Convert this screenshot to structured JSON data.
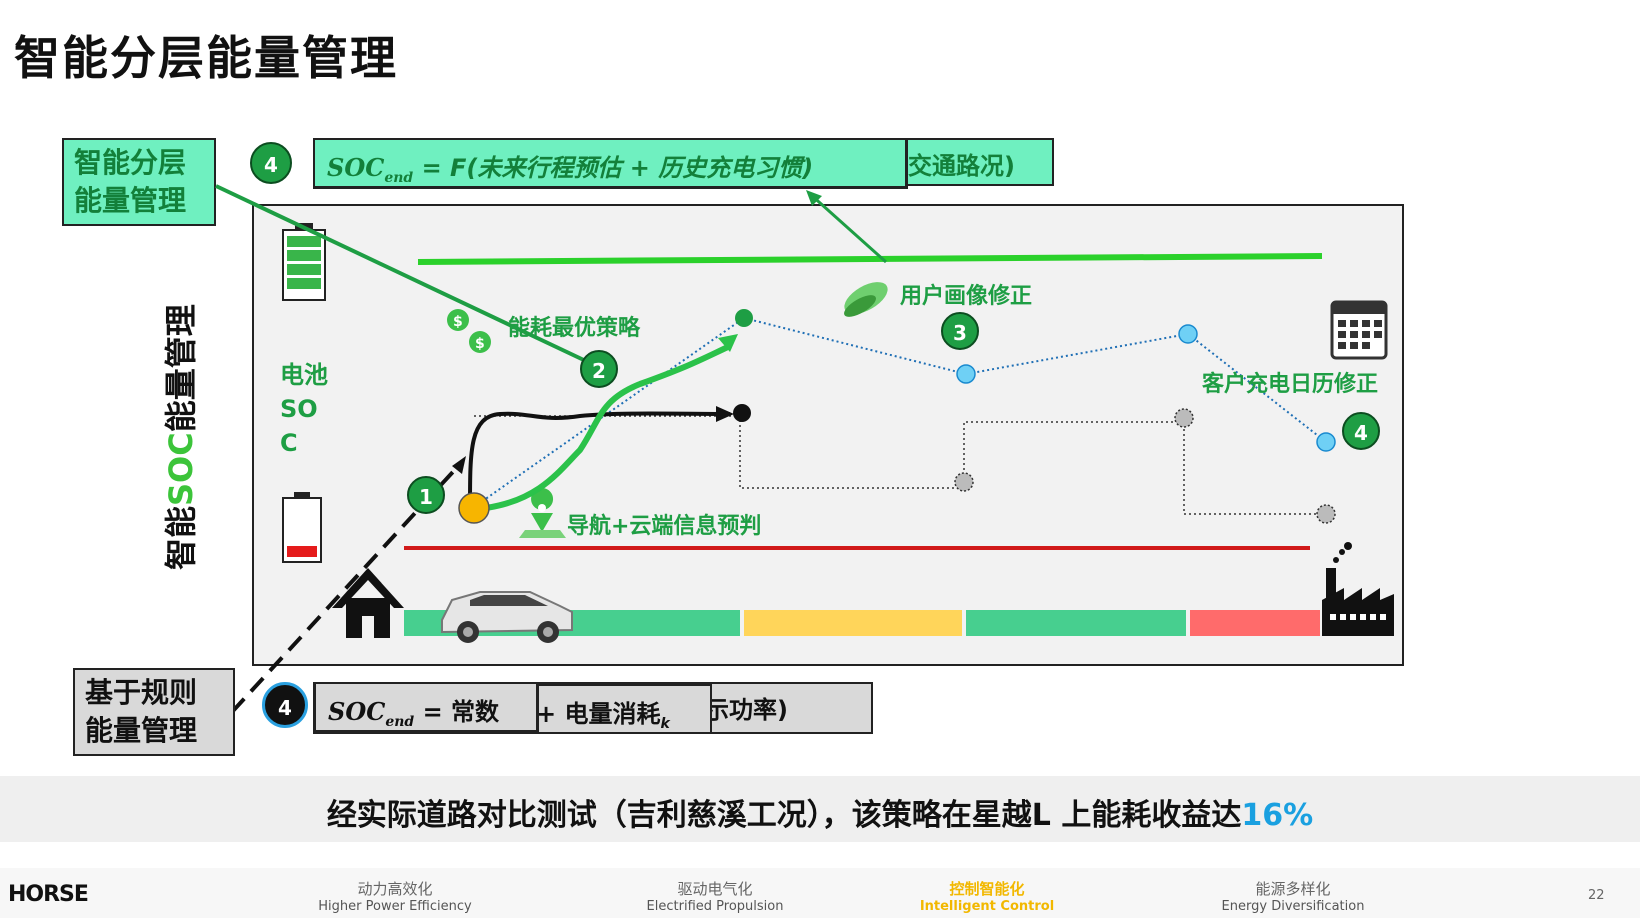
{
  "title": "智能分层能量管理",
  "strategy_box": {
    "line1": "智能分层",
    "line2": "能量管理"
  },
  "rule_box": {
    "line1": "基于规则",
    "line2": "能量管理"
  },
  "badges": {
    "top": "4",
    "bottom": "4",
    "n1": "1",
    "n2": "2",
    "n3": "3",
    "n4": "4"
  },
  "top_formula": {
    "soc": "SOC",
    "sub": "end",
    "rest": " = F(未来行程预估 + 历史充电习惯)",
    "tail": "交通路况)"
  },
  "bottom_formula": {
    "soc": "SOC",
    "sub": "end",
    "rest": " = 常数",
    "mid": "+ 电量消耗",
    "mid_sub": "k",
    "tail": "示功率)"
  },
  "vertical_title": {
    "part1": "智能",
    "part2": "SOC",
    "part3": "能量管理"
  },
  "battery_label": {
    "l1": "电池",
    "l2": "SO",
    "l3": "C"
  },
  "annotations": {
    "energy_opt": "能耗最优策略",
    "user_profile": "用户画像修正",
    "calendar": "客户充电日历修正",
    "nav": "导航+云端信息预判"
  },
  "result_text": {
    "main": "经实际道路对比测试（吉利慈溪工况），该策略在星越L 上能耗收益达",
    "highlight": "16%"
  },
  "colors": {
    "green": "#1e9e44",
    "mint": "#6ff0c0",
    "accent_blue": "#1aa0e0",
    "red": "#d11a1a"
  },
  "footer": {
    "logo": "HORSE",
    "items": [
      {
        "zh": "动力高效化",
        "en": "Higher Power Efficiency"
      },
      {
        "zh": "驱动电气化",
        "en": "Electrified Propulsion"
      },
      {
        "zh": "控制智能化",
        "en": "Intelligent Control"
      },
      {
        "zh": "能源多样化",
        "en": "Energy Diversification"
      }
    ],
    "page": "22"
  }
}
